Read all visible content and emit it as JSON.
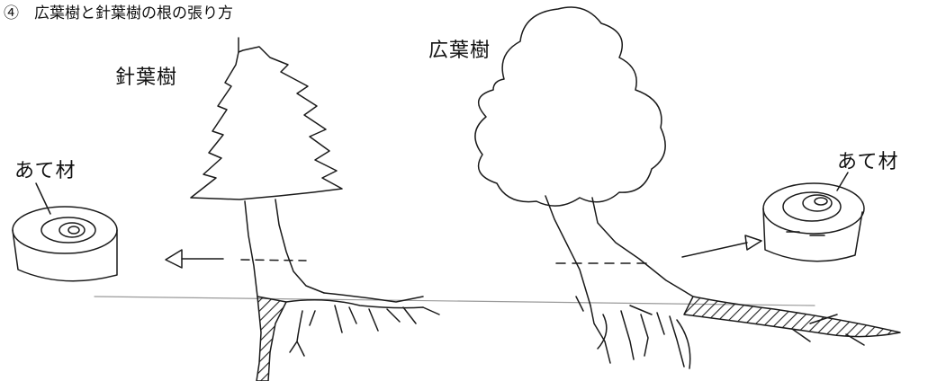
{
  "caption": "④　広葉樹と針葉樹の根の張り方",
  "labels": {
    "conifer": "針葉樹",
    "broadleaf": "広葉樹",
    "reaction_wood_left": "あて材",
    "reaction_wood_right": "あて材"
  },
  "colors": {
    "ink": "#1a1a1a",
    "hatch": "#222222",
    "ground": "#9a9a9a",
    "background": "#ffffff"
  }
}
